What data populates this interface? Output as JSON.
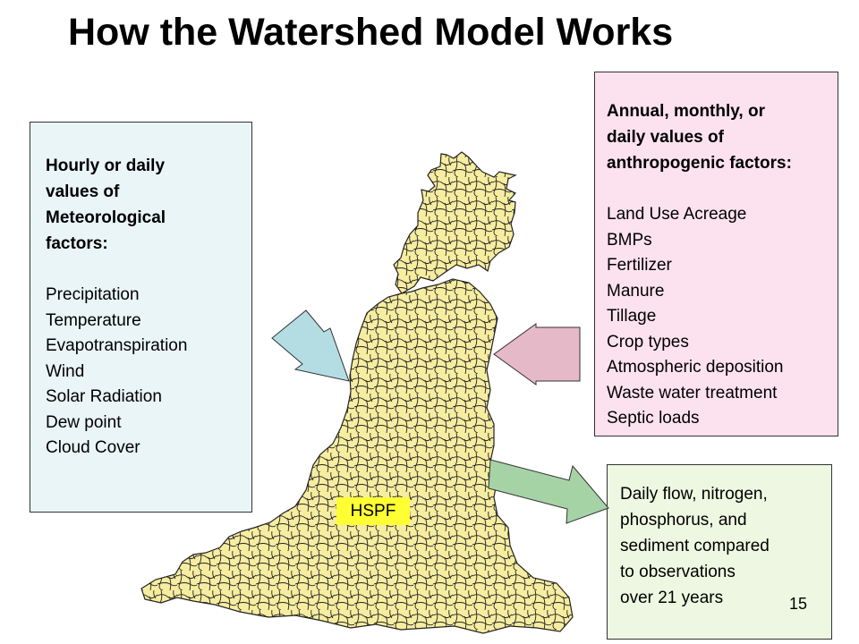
{
  "title": "How the Watershed Model Works",
  "meteorological": {
    "heading": "Hourly or daily\nvalues of\nMeteorological\nfactors:",
    "items": [
      "Precipitation",
      "Temperature",
      "Evapotranspiration",
      "Wind",
      "Solar Radiation",
      "Dew point",
      "Cloud Cover"
    ]
  },
  "anthropogenic": {
    "heading": "Annual, monthly, or\ndaily values of\nanthropogenic factors:",
    "items": [
      "Land Use Acreage",
      "BMPs",
      "Fertilizer",
      "Manure",
      "Tillage",
      "Crop types",
      "Atmospheric deposition",
      "Waste water treatment",
      "Septic loads"
    ]
  },
  "output": {
    "text": "Daily flow, nitrogen,\nphosphorus, and\nsediment compared\nto observations\nover 21 years"
  },
  "model_label": "HSPF",
  "page_number": "15",
  "colors": {
    "met_box": "#eaf5f7",
    "anth_box": "#fce2ee",
    "output_box": "#edf7e1",
    "met_arrow": "#b3dde3",
    "anth_arrow": "#e6b9c8",
    "output_arrow": "#a6d3a6",
    "watershed": "#f7eda0",
    "model_label_bg": "#ffff33"
  }
}
